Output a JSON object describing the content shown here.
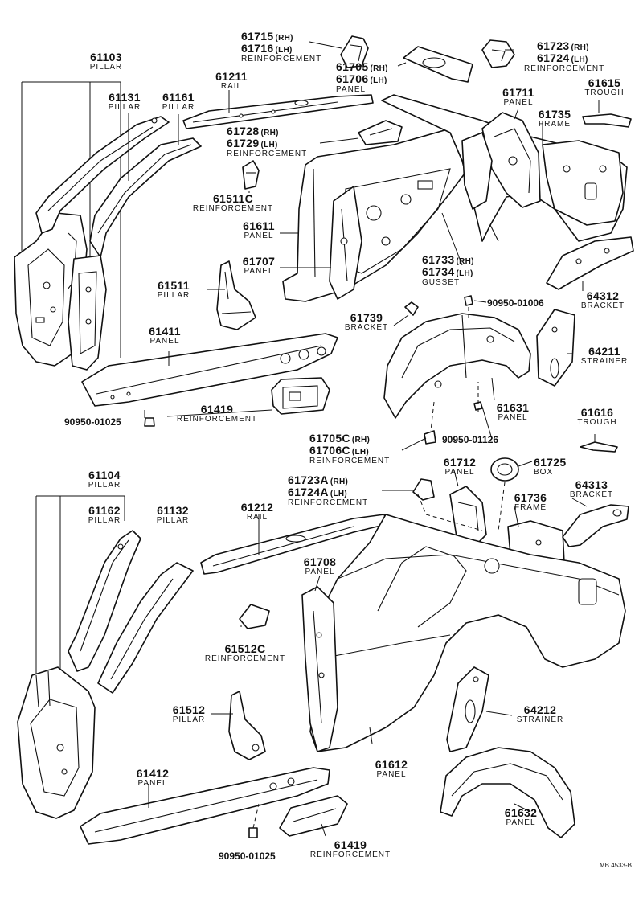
{
  "callouts": {
    "c61103": {
      "number": "61103",
      "name": "PILLAR"
    },
    "c61131": {
      "number": "61131",
      "name": "PILLAR"
    },
    "c61161": {
      "number": "61161",
      "name": "PILLAR"
    },
    "c61211": {
      "number": "61211",
      "name": "RAIL"
    },
    "c61715": {
      "number": "61715",
      "suffix": "(RH)"
    },
    "c61716": {
      "number": "61716",
      "suffix": "(LH)",
      "name": "REINFORCEMENT"
    },
    "c61705": {
      "number": "61705",
      "suffix": "(RH)"
    },
    "c61706": {
      "number": "61706",
      "suffix": "(LH)",
      "name": "PANEL"
    },
    "c61723": {
      "number": "61723",
      "suffix": "(RH)"
    },
    "c61724": {
      "number": "61724",
      "suffix": "(LH)",
      "name": "REINFORCEMENT"
    },
    "c61711": {
      "number": "61711",
      "name": "PANEL"
    },
    "c61615": {
      "number": "61615",
      "name": "TROUGH"
    },
    "c61735": {
      "number": "61735",
      "name": "FRAME"
    },
    "c61728": {
      "number": "61728",
      "suffix": "(RH)"
    },
    "c61729": {
      "number": "61729",
      "suffix": "(LH)",
      "name": "REINFORCEMENT"
    },
    "c61511C": {
      "number": "61511C",
      "name": "REINFORCEMENT"
    },
    "c61611": {
      "number": "61611",
      "name": "PANEL"
    },
    "c61707": {
      "number": "61707",
      "name": "PANEL"
    },
    "c61511": {
      "number": "61511",
      "name": "PILLAR"
    },
    "c61733": {
      "number": "61733",
      "suffix": "(RH)"
    },
    "c61734": {
      "number": "61734",
      "suffix": "(LH)",
      "name": "GUSSET"
    },
    "c64312": {
      "number": "64312",
      "name": "BRACKET"
    },
    "c61739": {
      "number": "61739",
      "name": "BRACKET"
    },
    "c61411": {
      "number": "61411",
      "name": "PANEL"
    },
    "c64211": {
      "number": "64211",
      "name": "STRAINER"
    },
    "c61419a": {
      "number": "61419",
      "name": "REINFORCEMENT"
    },
    "c61631": {
      "number": "61631",
      "name": "PANEL"
    },
    "c61616": {
      "number": "61616",
      "name": "TROUGH"
    },
    "c61705C": {
      "number": "61705C",
      "suffix": "(RH)"
    },
    "c61706C": {
      "number": "61706C",
      "suffix": "(LH)",
      "name": "REINFORCEMENT"
    },
    "c61712": {
      "number": "61712",
      "name": "PANEL"
    },
    "c61725": {
      "number": "61725",
      "name": "BOX"
    },
    "c61104": {
      "number": "61104",
      "name": "PILLAR"
    },
    "c61723A": {
      "number": "61723A",
      "suffix": "(RH)"
    },
    "c61724A": {
      "number": "61724A",
      "suffix": "(LH)",
      "name": "REINFORCEMENT"
    },
    "c61162": {
      "number": "61162",
      "name": "PILLAR"
    },
    "c61132": {
      "number": "61132",
      "name": "PILLAR"
    },
    "c61212": {
      "number": "61212",
      "name": "RAIL"
    },
    "c61736": {
      "number": "61736",
      "name": "FRAME"
    },
    "c64313": {
      "number": "64313",
      "name": "BRACKET"
    },
    "c61708": {
      "number": "61708",
      "name": "PANEL"
    },
    "c61512C": {
      "number": "61512C",
      "name": "REINFORCEMENT"
    },
    "c61512": {
      "number": "61512",
      "name": "PILLAR"
    },
    "c64212": {
      "number": "64212",
      "name": "STRAINER"
    },
    "c61612": {
      "number": "61612",
      "name": "PANEL"
    },
    "c61412": {
      "number": "61412",
      "name": "PANEL"
    },
    "c61632": {
      "number": "61632",
      "name": "PANEL"
    },
    "c61419b": {
      "number": "61419",
      "name": "REINFORCEMENT"
    }
  },
  "fasteners": {
    "f1": "90950-01006",
    "f2": "90950-01025",
    "f3": "90950-01126",
    "f4": "90950-01025"
  },
  "footer_code": "MB 4533-B"
}
